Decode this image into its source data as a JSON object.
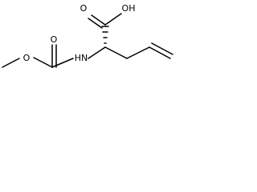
{
  "molecule": {
    "labels": {
      "methyl_oxygen": "O",
      "carbamate_carbonyl_oxygen": "O",
      "amine": "HN",
      "acid_carbonyl_oxygen": "O",
      "hydroxyl": "OH"
    }
  }
}
